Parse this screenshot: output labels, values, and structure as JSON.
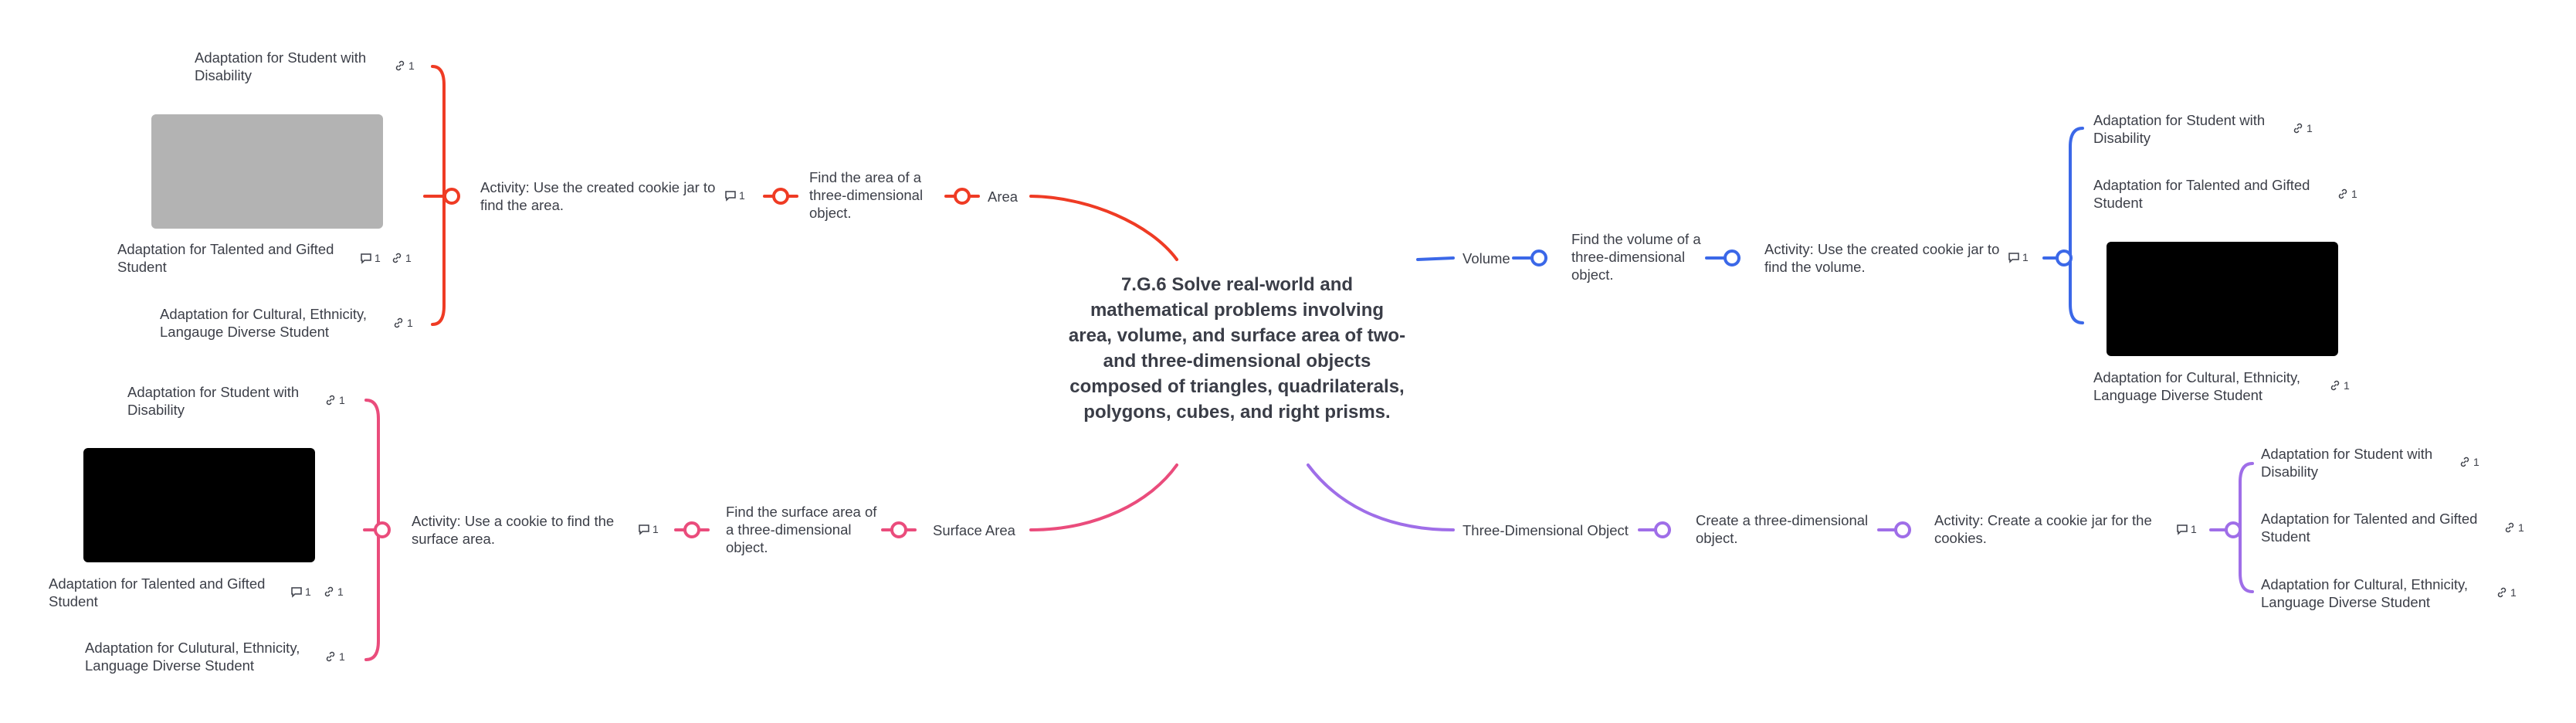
{
  "colors": {
    "area": "#ef3b24",
    "surface": "#ea4c7c",
    "volume": "#3b68e8",
    "three_d": "#9f6ee8",
    "image_gray": "#b3b3b3",
    "image_black": "#000000"
  },
  "central": "7.G.6 Solve real-world and mathematical problems involving area, volume, and surface area of two- and three-dimensional objects composed of triangles, quadrilaterals, polygons, cubes, and right prisms.",
  "area": {
    "topic": "Area",
    "objective": "Find the area of a three-dimensional object.",
    "activity": "Activity: Use the created cookie jar to find the area.",
    "activity_comments": "1",
    "adapt_disability": "Adaptation for Student with Disability",
    "adapt_disability_links": "1",
    "adapt_gifted": "Adaptation for Talented and Gifted Student",
    "adapt_gifted_comments": "1",
    "adapt_gifted_links": "1",
    "adapt_cultural": "Adaptation for Cultural, Ethnicity, Langauge Diverse Student",
    "adapt_cultural_links": "1"
  },
  "surface": {
    "topic": "Surface Area",
    "objective": "Find the surface area of a three-dimensional object.",
    "activity": "Activity: Use a cookie to find the surface area.",
    "activity_comments": "1",
    "adapt_disability": "Adaptation for Student with Disability",
    "adapt_disability_links": "1",
    "adapt_gifted": "Adaptation for Talented and Gifted Student",
    "adapt_gifted_comments": "1",
    "adapt_gifted_links": "1",
    "adapt_cultural": "Adaptation for Culutural, Ethnicity, Language Diverse Student",
    "adapt_cultural_links": "1"
  },
  "volume": {
    "topic": "Volume",
    "objective": "Find the volume of a three-dimensional object.",
    "activity": "Activity: Use the created cookie jar to find the volume.",
    "activity_comments": "1",
    "adapt_disability": "Adaptation for Student with Disability",
    "adapt_disability_links": "1",
    "adapt_gifted": "Adaptation for Talented and Gifted Student",
    "adapt_gifted_links": "1",
    "adapt_cultural": "Adaptation for Cultural, Ethnicity, Language Diverse Student",
    "adapt_cultural_links": "1"
  },
  "three_d": {
    "topic": "Three-Dimensional Object",
    "objective": "Create a three-dimensional object.",
    "activity": "Activity: Create a cookie jar for the cookies.",
    "activity_comments": "1",
    "adapt_disability": "Adaptation for Student with Disability",
    "adapt_disability_links": "1",
    "adapt_gifted": "Adaptation for Talented and Gifted Student",
    "adapt_gifted_links": "1",
    "adapt_cultural": "Adaptation for Cultural, Ethnicity, Language Diverse Student",
    "adapt_cultural_links": "1"
  }
}
